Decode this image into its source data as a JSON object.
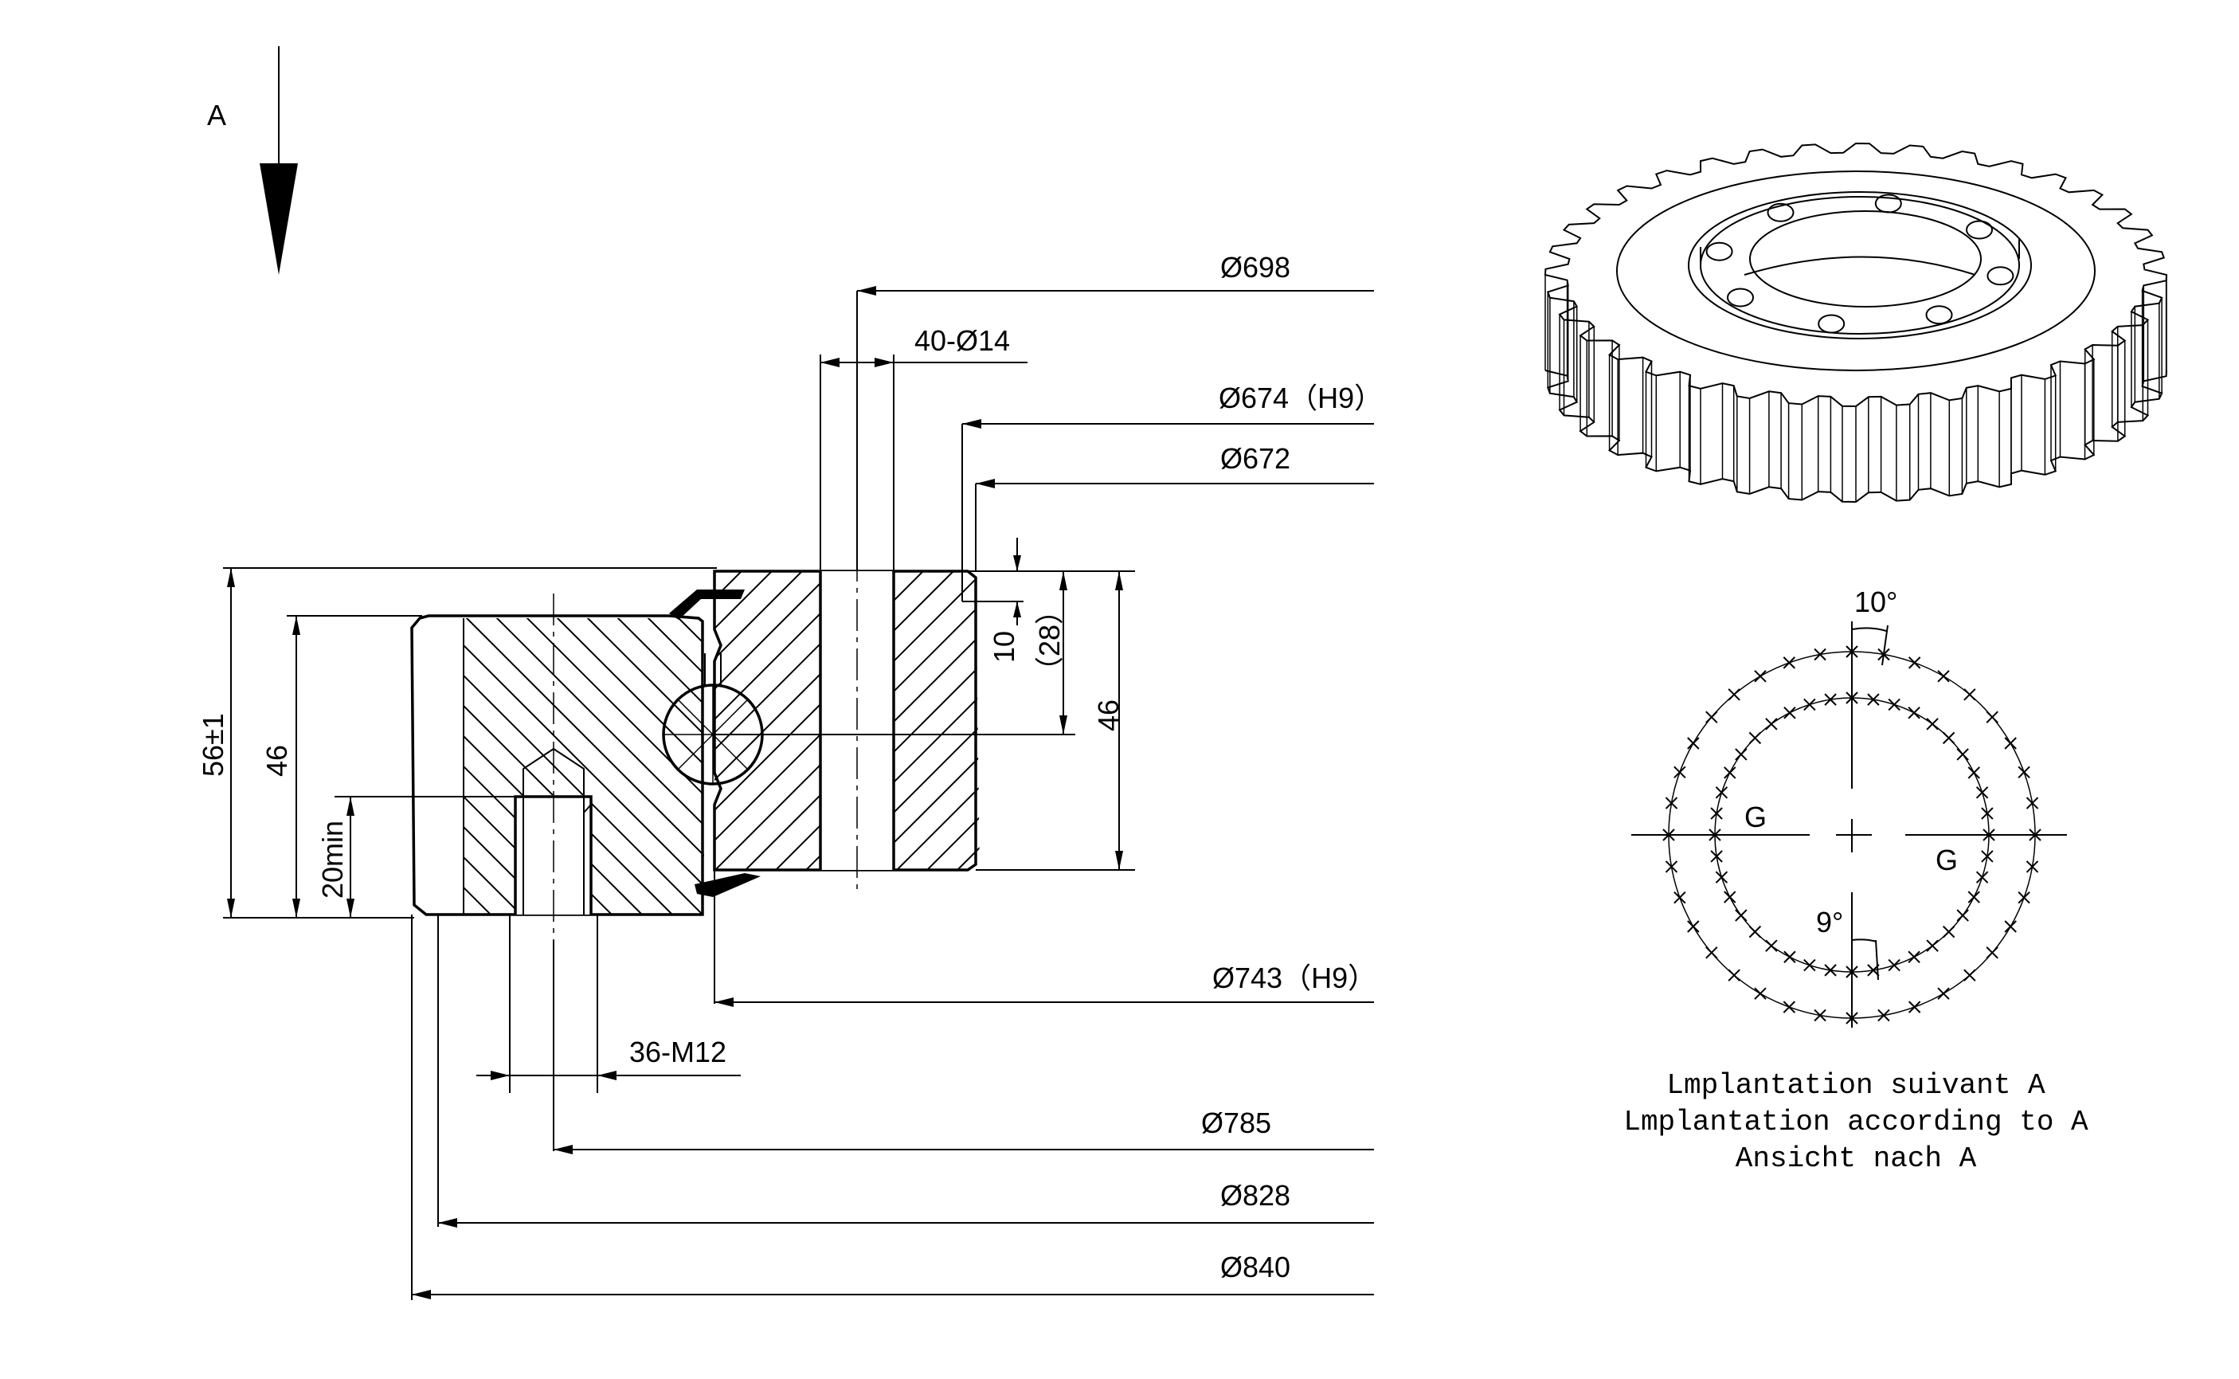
{
  "view_marker": {
    "label": "A"
  },
  "dimensions": {
    "d698": "Ø698",
    "holes": "40-Ø14",
    "d674": "Ø674（H9）",
    "d672": "Ø672",
    "h10": "10",
    "h28": "（28）",
    "h46_right": "46",
    "h56": "56±1",
    "h46_left": "46",
    "h20": "20min",
    "d743": "Ø743（H9）",
    "thread": "36-M12",
    "d785": "Ø785",
    "d828": "Ø828",
    "d840": "Ø840"
  },
  "layout_view": {
    "angle_outer": "10°",
    "angle_inner": "9°",
    "g_left": "G",
    "g_right": "G",
    "outer_holes": 36,
    "inner_holes": 40
  },
  "caption": {
    "line1": "Lmplantation suivant A",
    "line2": "Lmplantation according to A",
    "line3": "Ansicht nach A"
  }
}
